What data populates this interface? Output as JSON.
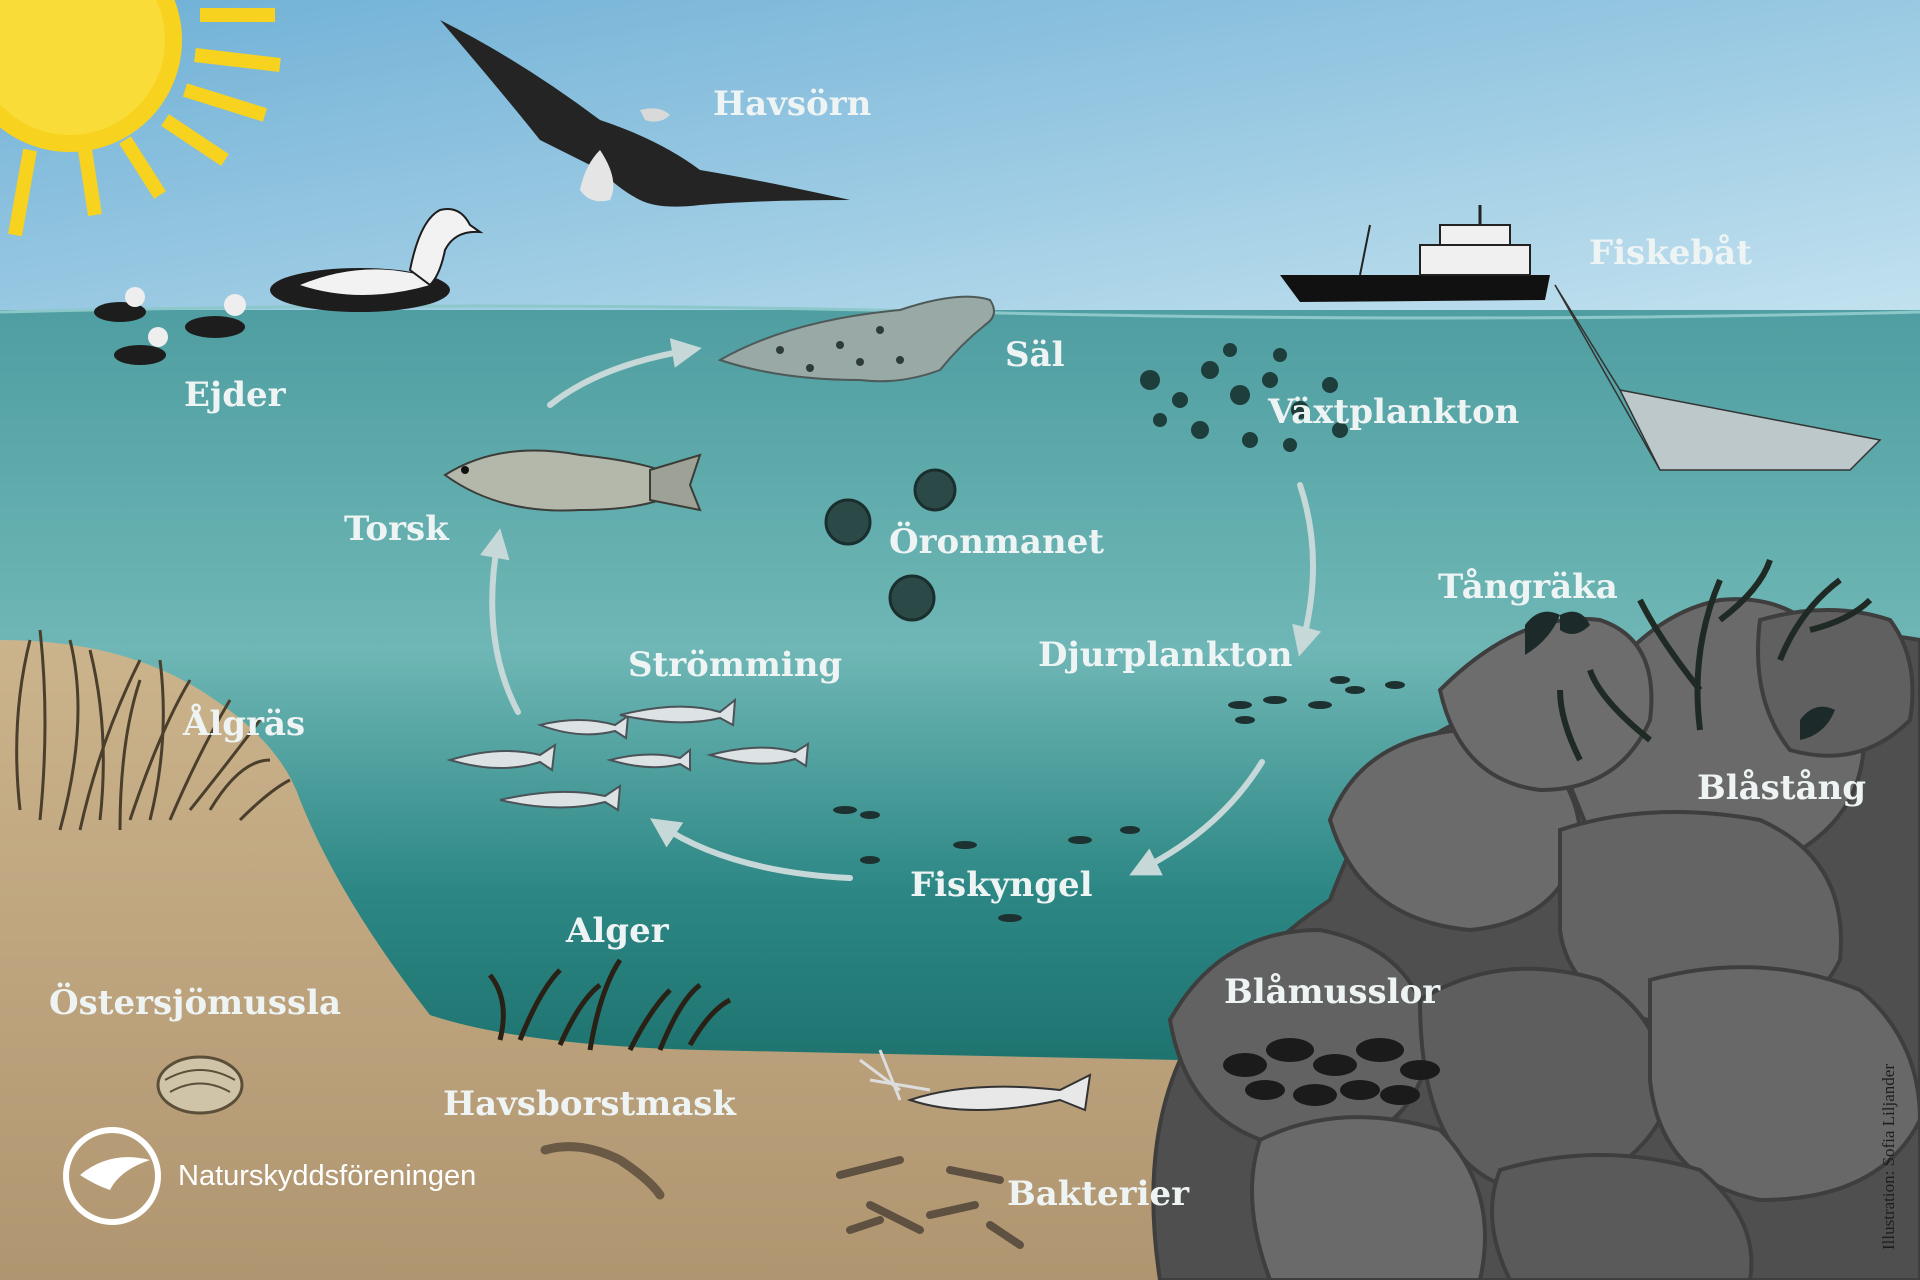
{
  "labels": {
    "havsorn": "Havsörn",
    "fiskebat": "Fiskebåt",
    "sal": "Säl",
    "ejder": "Ejder",
    "vaxtplankton": "Växtplankton",
    "torsk": "Torsk",
    "oronmanet": "Öronmanet",
    "tangraka": "Tångräka",
    "djurplankton": "Djurplankton",
    "stromming": "Strömming",
    "algras": "Ålgräs",
    "blastang": "Blåstång",
    "fiskyngel": "Fiskyngel",
    "alger": "Alger",
    "blamusslor": "Blåmusslor",
    "ostersjomussla": "Östersjömussla",
    "havsborstmask": "Havsborstmask",
    "bakterier": "Bakterier"
  },
  "branding": {
    "logo_icon": "naturskyddsforeningen-logo-icon",
    "name": "Naturskyddsföreningen"
  },
  "credit": "Illustration: Sofia Liljander",
  "colors": {
    "sky_top": "#7fb7d8",
    "sky_bottom": "#b9dcec",
    "water_surface": "#4e9fa2",
    "water_mid": "#2f8c88",
    "water_deep": "#0f5f5a",
    "sand": "#c3aa83",
    "rock": "#5a5a5a",
    "sun": "#f7d21e",
    "label_text": "#eef4f4",
    "arrow": "#c6d8d8"
  }
}
